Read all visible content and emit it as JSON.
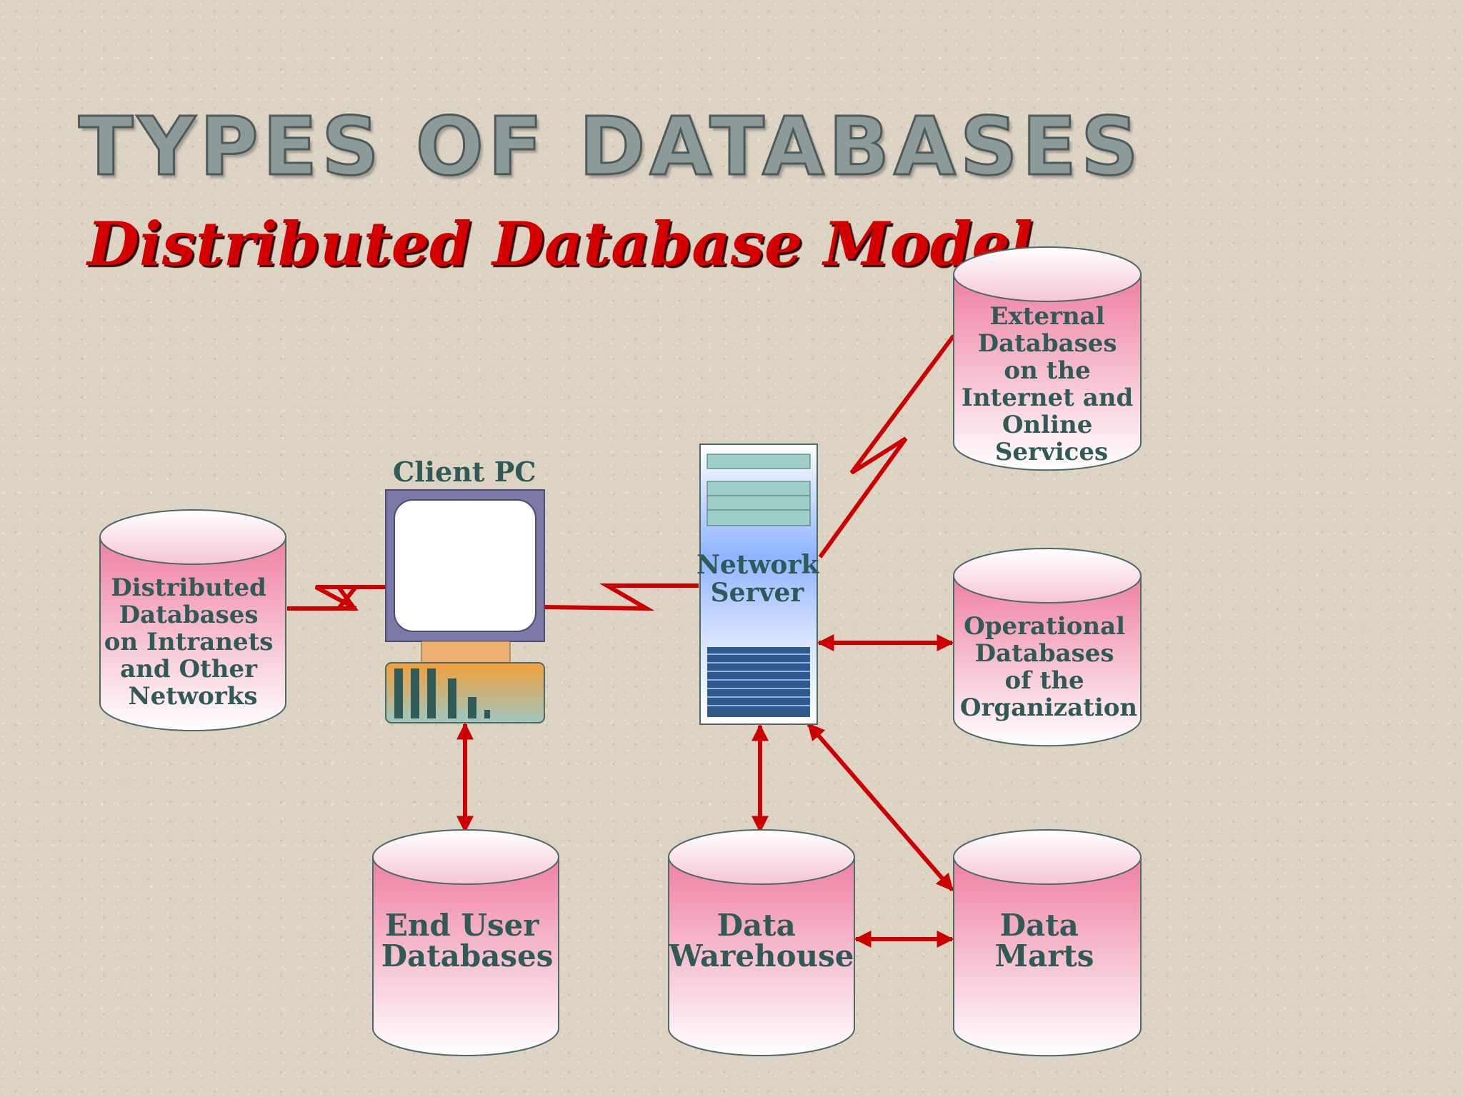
{
  "title": "TYPES OF DATABASES",
  "subtitle": "Distributed Database Model",
  "nodes": {
    "client_pc": "Client PC",
    "network_server": [
      "Network",
      "Server"
    ]
  },
  "databases": {
    "distributed": [
      "Distributed",
      "Databases",
      "on Intranets",
      "and Other",
      "Networks"
    ],
    "external": [
      "External",
      "Databases",
      "on the",
      "Internet and",
      "Online",
      "Services"
    ],
    "operational": [
      "Operational",
      "Databases",
      "of the",
      "Organization"
    ],
    "end_user": [
      "End User",
      "Databases"
    ],
    "data_warehouse": [
      "Data",
      "Warehouse"
    ],
    "data_marts": [
      "Data",
      "Marts"
    ]
  },
  "colors": {
    "connector": "#cc0000",
    "label_text": "#2f5a58",
    "db_fill_top": "#ef7fa2",
    "db_fill_bottom": "#ffffff",
    "title_red": "#d40000"
  }
}
